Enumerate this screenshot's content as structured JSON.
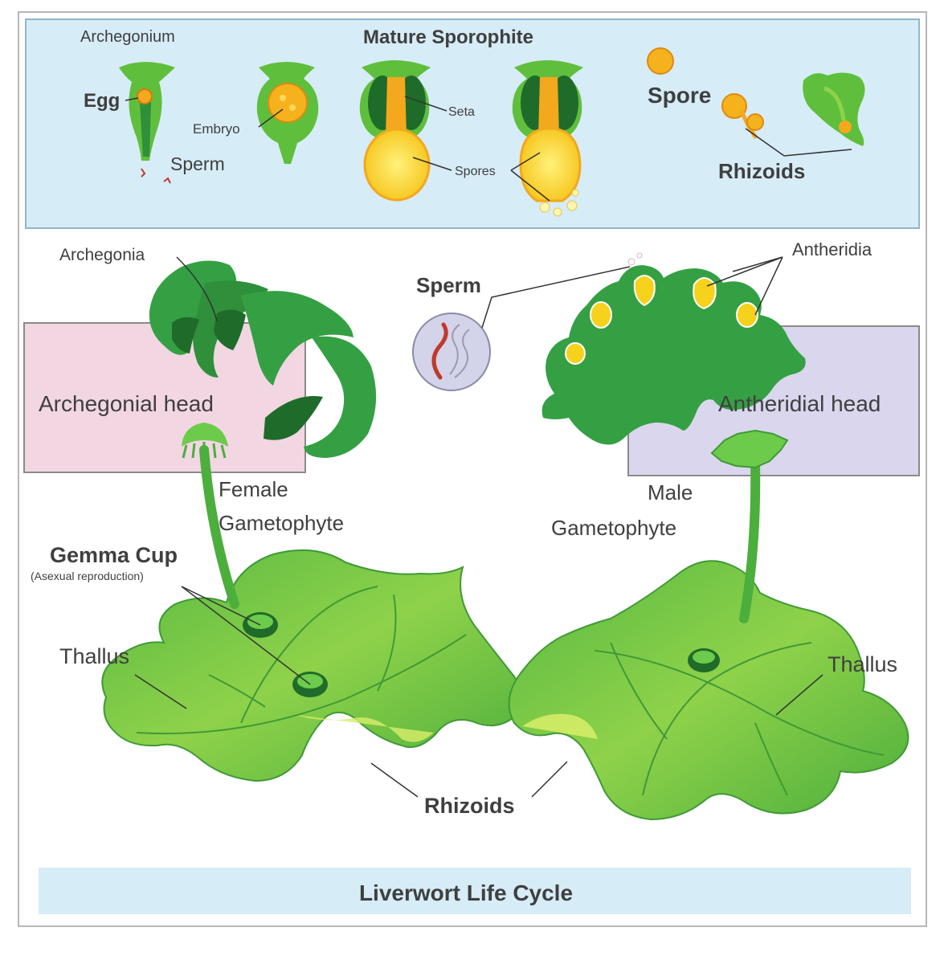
{
  "sporophite_panel": {
    "title": "Mature Sporophite",
    "archegonium": "Archegonium",
    "egg": "Egg",
    "sperm": "Sperm",
    "embryo": "Embryo",
    "seta": "Seta",
    "spores": "Spores",
    "spore": "Spore",
    "rhizoids": "Rhizoids"
  },
  "gametophyte": {
    "archegonia": "Archegonia",
    "archegonial_head": "Archegonial head",
    "sperm": "Sperm",
    "antheridia": "Antheridia",
    "antheridial_head": "Antheridial head",
    "female_line1": "Female",
    "female_line2": "Gametophyte",
    "male_line1": "Male",
    "male_line2": "Gametophyte",
    "gemma_cup": "Gemma Cup",
    "gemma_note": "(Asexual reproduction)",
    "thallus_left": "Thallus",
    "thallus_right": "Thallus",
    "rhizoids": "Rhizoids"
  },
  "footer": {
    "title": "Liverwort Life Cycle"
  },
  "colors": {
    "panel_blue": "#d6ecf7",
    "pink_box": "#f2d6e2",
    "lavender_box": "#dad6ee",
    "green_dark": "#2f8f3a",
    "green_mid": "#4cae3c",
    "green_light": "#8fd24a",
    "yellow": "#f6d21c",
    "orange": "#f3a81e"
  }
}
